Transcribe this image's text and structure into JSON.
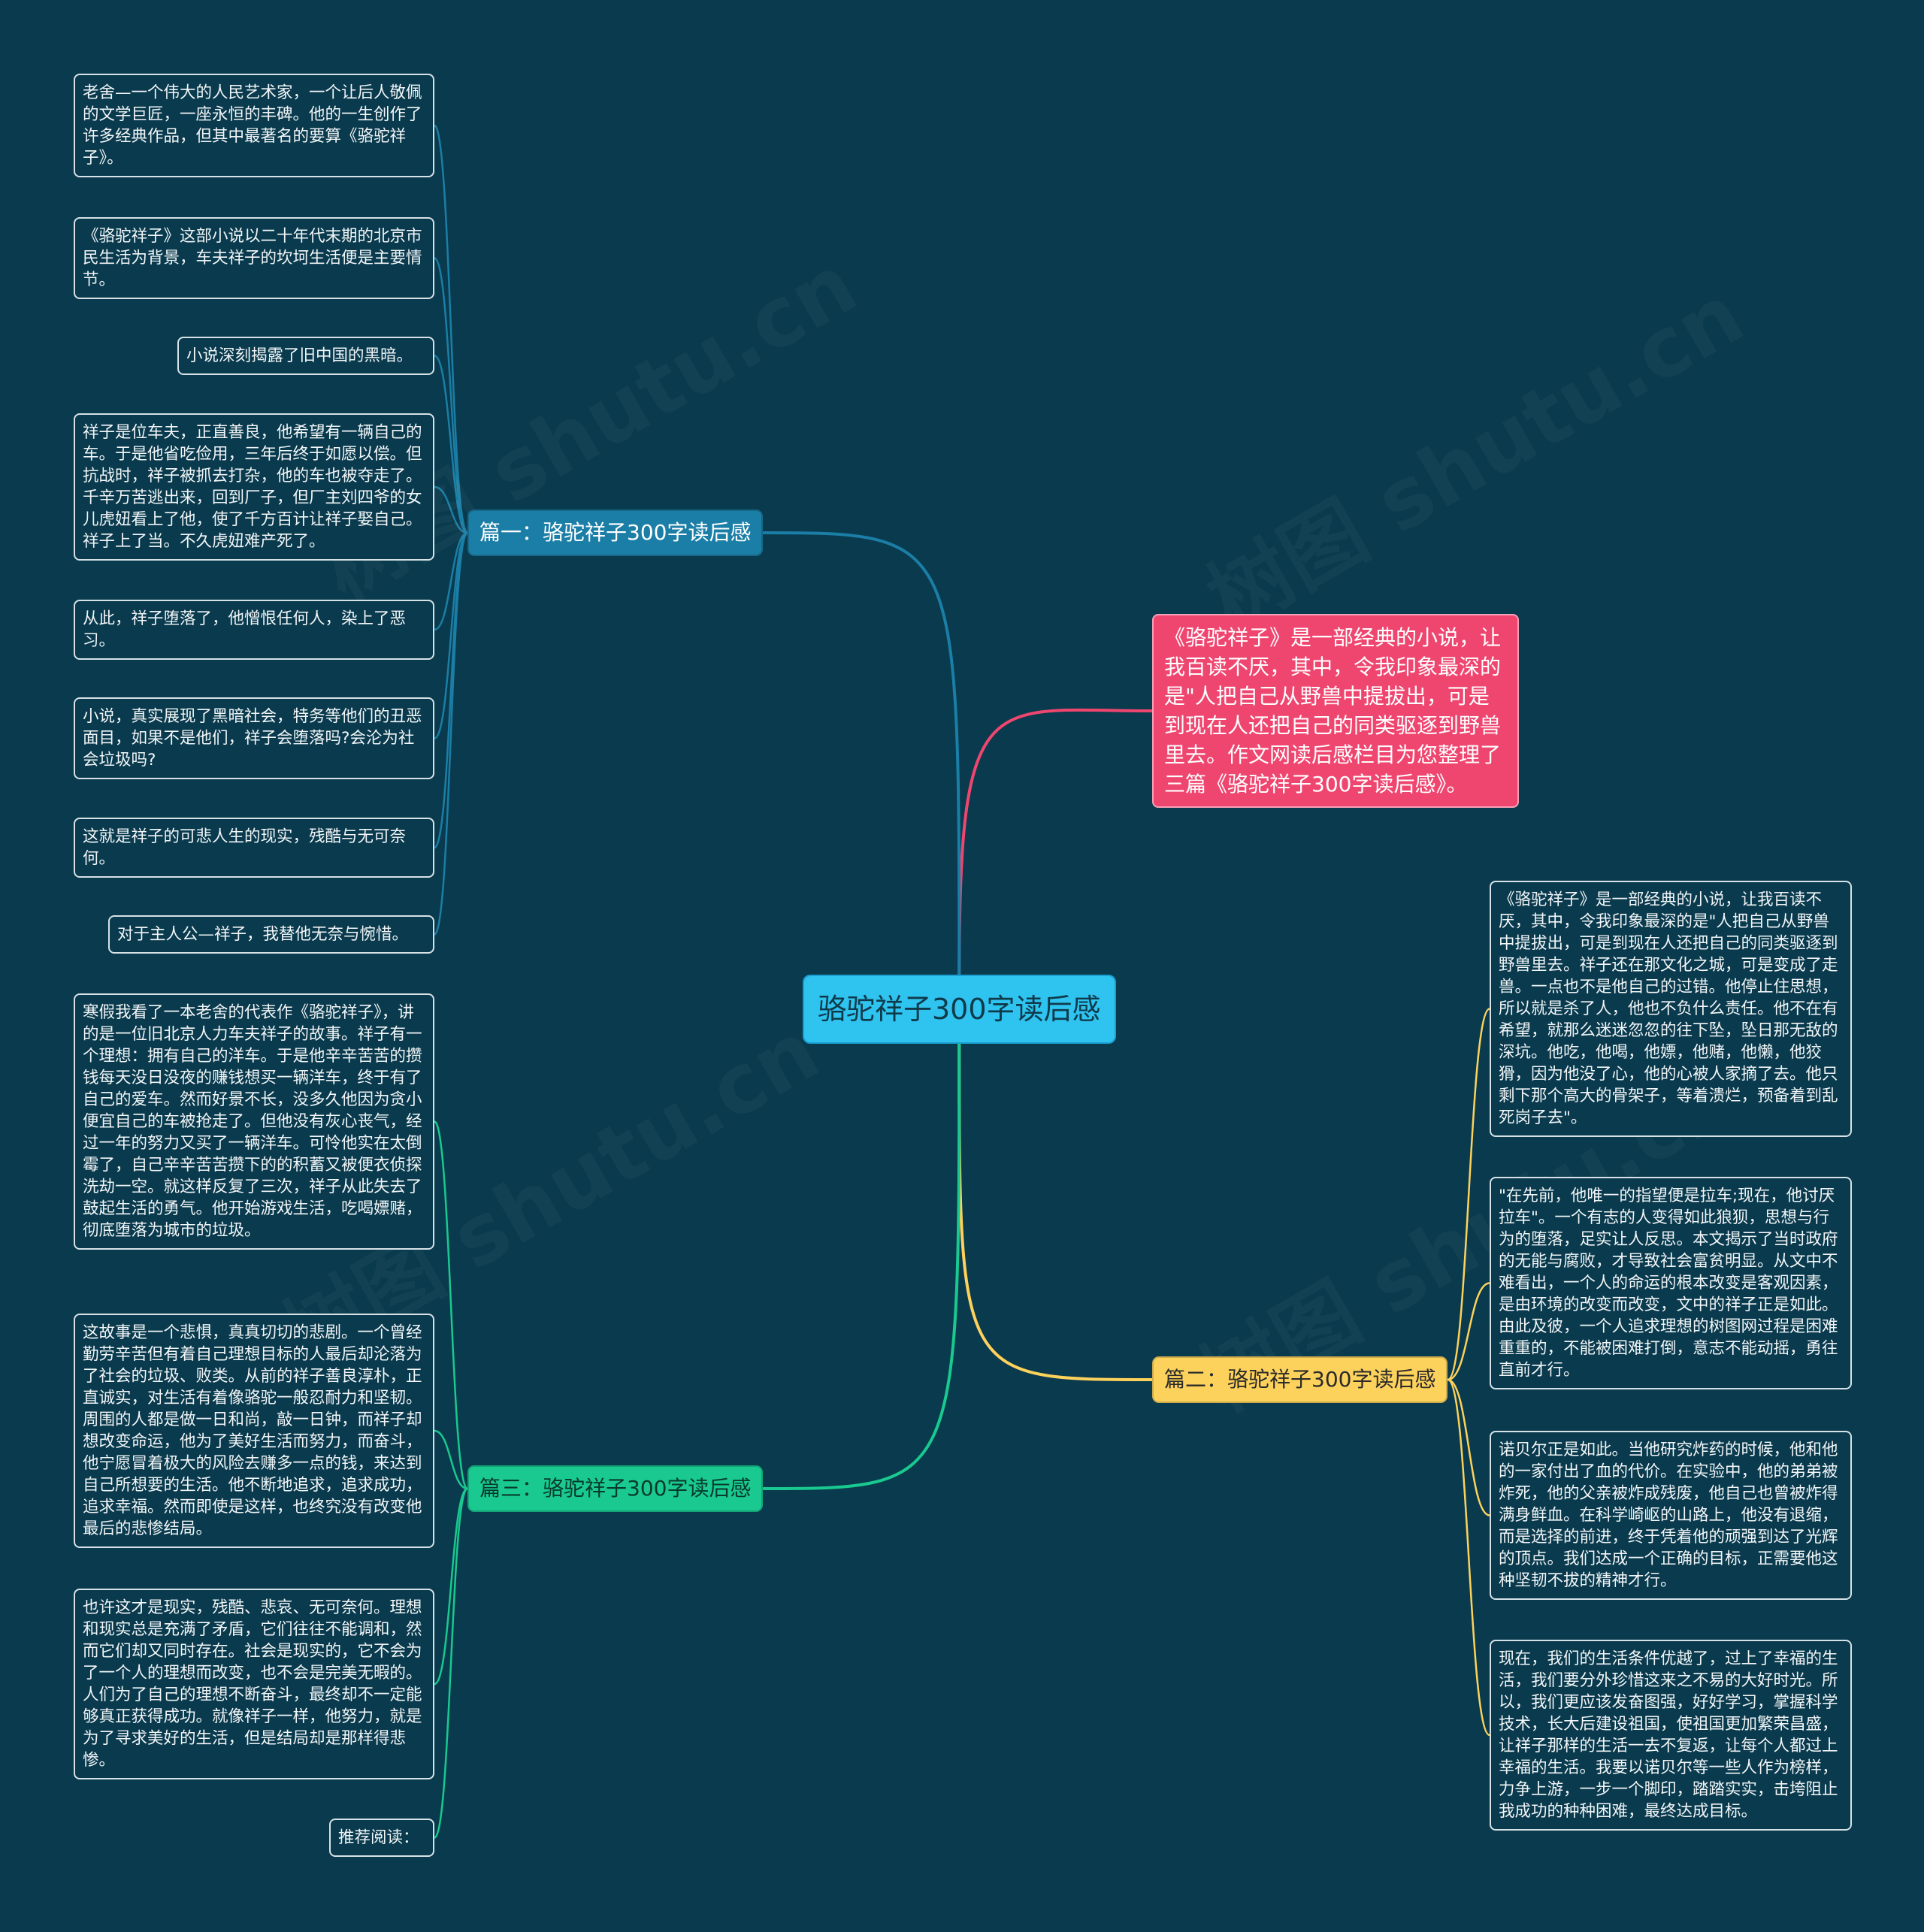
{
  "center": {
    "label": "骆驼祥子300字读后感"
  },
  "intro": {
    "text": "《骆驼祥子》是一部经典的小说，让我百读不厌，其中，令我印象最深的是\"人把自己从野兽中提拔出，可是到现在人还把自己的同类驱逐到野兽里去。作文网读后感栏目为您整理了三篇《骆驼祥子300字读后感》。"
  },
  "branches": [
    {
      "label": "篇一：骆驼祥子300字读后感",
      "color": "#1b7ea6",
      "leaves": [
        "老舍—一个伟大的人民艺术家，一个让后人敬佩的文学巨匠，一座永恒的丰碑。他的一生创作了许多经典作品，但其中最著名的要算《骆驼祥子》。",
        "《骆驼祥子》这部小说以二十年代末期的北京市民生活为背景，车夫祥子的坎坷生活便是主要情节。",
        "小说深刻揭露了旧中国的黑暗。",
        "祥子是位车夫，正直善良，他希望有一辆自己的车。于是他省吃俭用，三年后终于如愿以偿。但抗战时，祥子被抓去打杂，他的车也被夺走了。千辛万苦逃出来，回到厂子，但厂主刘四爷的女儿虎妞看上了他，使了千方百计让祥子娶自己。祥子上了当。不久虎妞难产死了。",
        "从此，祥子堕落了，他憎恨任何人，染上了恶习。",
        "小说，真实展现了黑暗社会，特务等他们的丑恶面目，如果不是他们，祥子会堕落吗?会沦为社会垃圾吗?",
        "这就是祥子的可悲人生的现实，残酷与无可奈何。",
        "对于主人公—祥子，我替他无奈与惋惜。"
      ]
    },
    {
      "label": "篇二：骆驼祥子300字读后感",
      "color": "#fdd25c",
      "leaves": [
        "《骆驼祥子》是一部经典的小说，让我百读不厌，其中，令我印象最深的是\"人把自己从野兽中提拔出，可是到现在人还把自己的同类驱逐到野兽里去。祥子还在那文化之城，可是变成了走兽。一点也不是他自己的过错。他停止住思想，所以就是杀了人，他也不负什么责任。他不在有希望，就那么迷迷忽忽的往下坠，坠日那无敌的深坑。他吃，他喝，他嫖，他赌，他懒，他狡猾，因为他没了心，他的心被人家摘了去。他只剩下那个高大的骨架子，等着溃烂，预备着到乱死岗子去\"。",
        "\"在先前，他唯一的指望便是拉车;现在，他讨厌拉车\"。一个有志的人变得如此狼狈，思想与行为的堕落，足实让人反思。本文揭示了当时政府的无能与腐败，才导致社会富贫明显。从文中不难看出，一个人的命运的根本改变是客观因素，是由环境的改变而改变，文中的祥子正是如此。由此及彼，一个人追求理想的树图网过程是困难重重的，不能被困难打倒，意志不能动摇，勇往直前才行。",
        "诺贝尔正是如此。当他研究炸药的时候，他和他的一家付出了血的代价。在实验中，他的弟弟被炸死，他的父亲被炸成残废，他自己也曾被炸得满身鲜血。在科学崎岖的山路上，他没有退缩，而是选择的前进，终于凭着他的顽强到达了光辉的顶点。我们达成一个正确的目标，正需要他这种坚韧不拔的精神才行。",
        "现在，我们的生活条件优越了，过上了幸福的生活，我们要分外珍惜这来之不易的大好时光。所以，我们更应该发奋图强，好好学习，掌握科学技术，长大后建设祖国，使祖国更加繁荣昌盛，让祥子那样的生活一去不复返，让每个人都过上幸福的生活。我要以诺贝尔等一些人作为榜样，力争上游，一步一个脚印，踏踏实实，击垮阻止我成功的种种困难，最终达成目标。"
      ]
    },
    {
      "label": "篇三：骆驼祥子300字读后感",
      "color": "#19c98f",
      "leaves": [
        "寒假我看了一本老舍的代表作《骆驼祥子》，讲的是一位旧北京人力车夫祥子的故事。祥子有一个理想：拥有自己的洋车。于是他辛辛苦苦的攒钱每天没日没夜的赚钱想买一辆洋车，终于有了自己的爱车。然而好景不长，没多久他因为贪小便宜自己的车被抢走了。但他没有灰心丧气，经过一年的努力又买了一辆洋车。可怜他实在太倒霉了，自己辛辛苦苦攒下的的积蓄又被便衣侦探洗劫一空。就这样反复了三次，祥子从此失去了鼓起生活的勇气。他开始游戏生活，吃喝嫖赌，彻底堕落为城市的垃圾。",
        "这故事是一个悲惧，真真切切的悲剧。一个曾经勤劳辛苦但有着自己理想目标的人最后却沦落为了社会的垃圾、败类。从前的祥子善良淳朴，正直诚实，对生活有着像骆驼一般忍耐力和坚韧。周围的人都是做一日和尚，敲一日钟，而祥子却想改变命运，他为了美好生活而努力，而奋斗，他宁愿冒着极大的风险去赚多一点的钱，来达到自己所想要的生活。他不断地追求，追求成功，追求幸福。然而即使是这样，也终究没有改变他最后的悲惨结局。",
        "也许这才是现实，残酷、悲哀、无可奈何。理想和现实总是充满了矛盾，它们往往不能调和，然而它们却又同时存在。社会是现实的，它不会为了一个人的理想而改变，也不会是完美无暇的。人们为了自己的理想不断奋斗，最终却不一定能够真正获得成功。就像祥子一样，他努力，就是为了寻求美好的生活，但是结局却是那样得悲惨。",
        "推荐阅读："
      ]
    }
  ],
  "colors": {
    "background": "#093a4d",
    "center": "#2fc3f0",
    "intro": "#ef4670",
    "leaf_border": "#d7e2e7"
  },
  "watermark": "树图 shutu.cn"
}
